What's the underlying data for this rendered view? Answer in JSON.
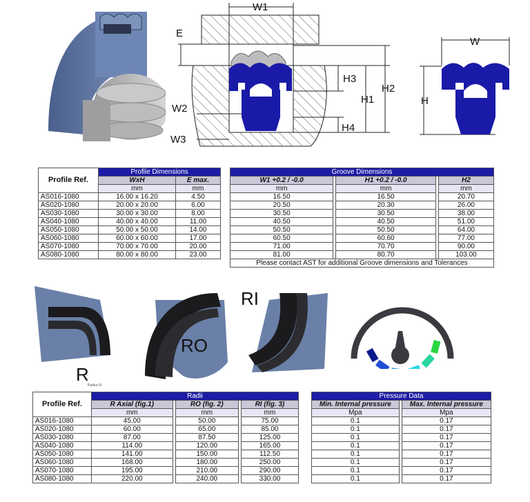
{
  "diagram": {
    "labels": {
      "w1": "W1",
      "e": "E",
      "h3": "H3",
      "h2": "H2",
      "h1": "H1",
      "w2": "W2",
      "h4": "H4",
      "w3": "W3",
      "w": "W",
      "h": "H"
    },
    "colors": {
      "seal": "#1a1aa8",
      "body": "#6a80a8",
      "grey": "#b9b9bb"
    }
  },
  "profile_table": {
    "ref_header": "Profile Ref.",
    "title": "Profile Dimensions",
    "columns": [
      "WxH",
      "E max."
    ],
    "units": [
      "mm",
      "mm"
    ],
    "rows": [
      {
        "ref": "AS016-1080",
        "wxh": "16.00 x 16.20",
        "e": "4.50"
      },
      {
        "ref": "AS020-1080",
        "wxh": "20.00 x 20.00",
        "e": "6.00"
      },
      {
        "ref": "AS030-1080",
        "wxh": "30.00 x 30.00",
        "e": "8.00"
      },
      {
        "ref": "AS040-1080",
        "wxh": "40.00 x 40.00",
        "e": "11.00"
      },
      {
        "ref": "AS050-1080",
        "wxh": "50.00 x 50.00",
        "e": "14.00"
      },
      {
        "ref": "AS060-1080",
        "wxh": "60.00 x 60.00",
        "e": "17.00"
      },
      {
        "ref": "AS070-1080",
        "wxh": "70.00 x 70.00",
        "e": "20.00"
      },
      {
        "ref": "AS080-1080",
        "wxh": "80.00 x 80.00",
        "e": "23.00"
      }
    ]
  },
  "groove_table": {
    "title": "Groove Dimensions",
    "columns": [
      "W1 +0.2 / -0.0",
      "H1 +0.2 / -0.0",
      "H2"
    ],
    "units": [
      "mm",
      "mm",
      "mm"
    ],
    "rows": [
      [
        "16.50",
        "16.50",
        "20.70"
      ],
      [
        "20.50",
        "20.30",
        "26.00"
      ],
      [
        "30.50",
        "30.50",
        "38.00"
      ],
      [
        "40.50",
        "40.50",
        "51.00"
      ],
      [
        "50.50",
        "50.50",
        "64.00"
      ],
      [
        "60.50",
        "60.60",
        "77.00"
      ],
      [
        "71.00",
        "70.70",
        "90.00"
      ],
      [
        "81.00",
        "80.70",
        "103.00"
      ]
    ],
    "note": "Please contact AST for additional Groove dimensions and Tolerances"
  },
  "figures": {
    "r": "R",
    "r_caption": "Radius R",
    "ro": "RO",
    "ri": "RI"
  },
  "gauge": {
    "colors": [
      "#0a1a8c",
      "#1e50d8",
      "#2aa0e6",
      "#2ad6e6",
      "#2ad6a0",
      "#2ad640"
    ]
  },
  "radii_table": {
    "ref_header": "Profile Ref.",
    "title": "Radii",
    "columns": [
      "R Axial (fig.1)",
      "RO (fig. 2)",
      "RI (fig. 3)"
    ],
    "units": [
      "mm",
      "mm",
      "mm"
    ],
    "rows": [
      {
        "ref": "AS016-1080",
        "v": [
          "45.00",
          "50.00",
          "75.00"
        ]
      },
      {
        "ref": "AS020-1080",
        "v": [
          "60.00",
          "65.00",
          "85.00"
        ]
      },
      {
        "ref": "AS030-1080",
        "v": [
          "87.00",
          "87.50",
          "125.00"
        ]
      },
      {
        "ref": "AS040-1080",
        "v": [
          "114.00",
          "120.00",
          "165.00"
        ]
      },
      {
        "ref": "AS050-1080",
        "v": [
          "141.00",
          "150.00",
          "112.50"
        ]
      },
      {
        "ref": "AS060-1080",
        "v": [
          "168.00",
          "180.00",
          "250.00"
        ]
      },
      {
        "ref": "AS070-1080",
        "v": [
          "195.00",
          "210.00",
          "290.00"
        ]
      },
      {
        "ref": "AS080-1080",
        "v": [
          "220.00",
          "240.00",
          "330.00"
        ]
      }
    ]
  },
  "pressure_table": {
    "title": "Pressure Data",
    "columns": [
      "Min. Internal pressure",
      "Max. Internal pressure"
    ],
    "units": [
      "Mpa",
      "Mpa"
    ],
    "rows": [
      [
        "0.1",
        "0.17"
      ],
      [
        "0.1",
        "0.17"
      ],
      [
        "0.1",
        "0.17"
      ],
      [
        "0.1",
        "0.17"
      ],
      [
        "0.1",
        "0.17"
      ],
      [
        "0.1",
        "0.17"
      ],
      [
        "0.1",
        "0.17"
      ],
      [
        "0.1",
        "0.17"
      ]
    ]
  }
}
